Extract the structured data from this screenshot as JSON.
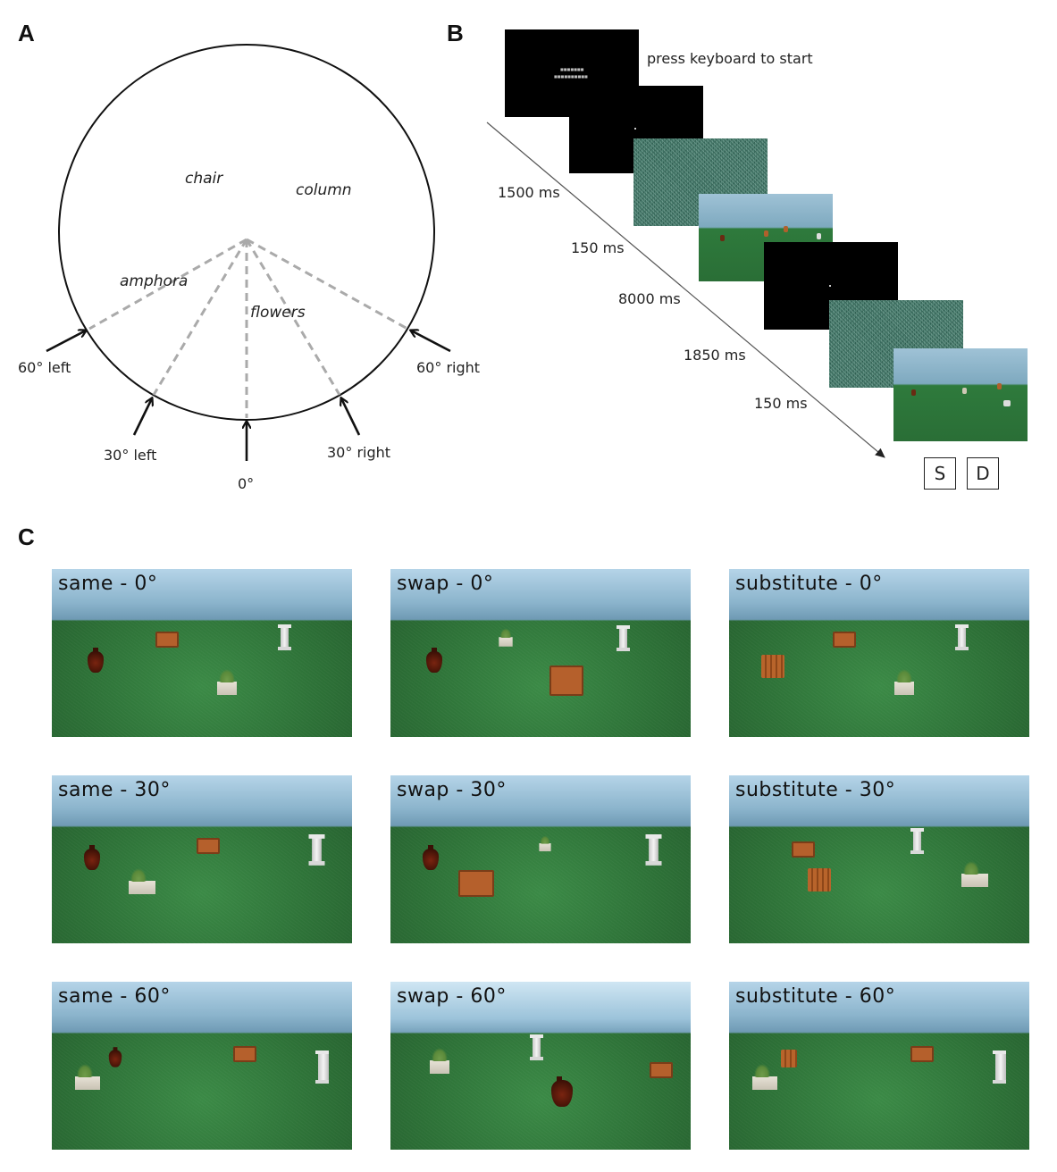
{
  "panels": {
    "a": "A",
    "b": "B",
    "c": "C"
  },
  "panel_a": {
    "objects": {
      "chair": "chair",
      "column": "column",
      "amphora": "amphora",
      "flowers": "flowers"
    },
    "viewpoints": {
      "left60": "60° left",
      "left30": "30° left",
      "zero": "0°",
      "right30": "30° right",
      "right60": "60° right"
    }
  },
  "panel_b": {
    "instruction": "press keyboard to start",
    "timings": [
      "1500 ms",
      "150 ms",
      "8000 ms",
      "1850 ms",
      "150 ms"
    ],
    "keys": {
      "same": "S",
      "different": "D"
    }
  },
  "panel_c": {
    "scenes": [
      [
        "same - 0°",
        "swap - 0°",
        "substitute - 0°"
      ],
      [
        "same - 30°",
        "swap - 30°",
        "substitute - 30°"
      ],
      [
        "same - 60°",
        "swap - 60°",
        "substitute - 60°"
      ]
    ]
  }
}
